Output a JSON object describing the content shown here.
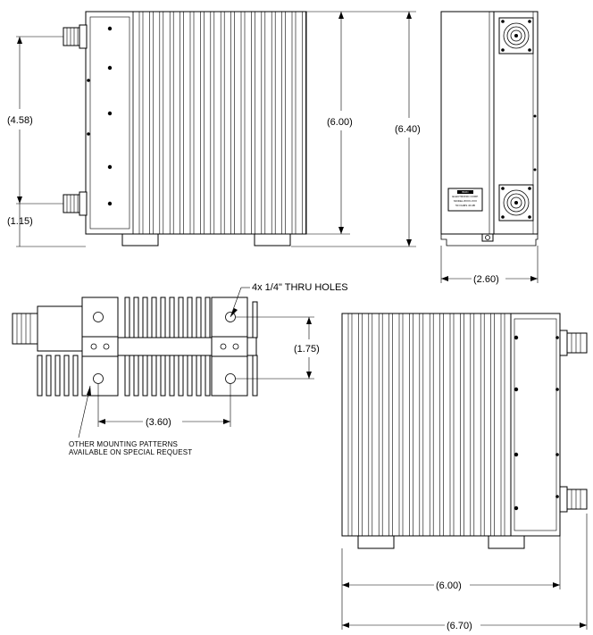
{
  "dimensions": {
    "front_connector_spacing": "(4.58)",
    "front_bottom_offset": "(1.15)",
    "front_body_height": "(6.00)",
    "front_overall_height": "(6.40)",
    "side_width": "(2.60)",
    "mount_hole_spacing_vertical": "(1.75)",
    "mount_hole_spacing_horizontal": "(3.60)",
    "bottom_body_width": "(6.00)",
    "bottom_overall_width": "(6.70)"
  },
  "notes": {
    "thru_holes": "4x 1/4\" THRU HOLES",
    "mounting_line1": "OTHER MOUNTING PATTERNS",
    "mounting_line2": "AVAILABLE ON SPECIAL REQUEST"
  },
  "nameplate": {
    "brand": "BIRD",
    "line1": "ELECTRONIC CORP.",
    "line2": "MODEL 8XXX-XXX",
    "line3": "50 OHMS 40 dB"
  }
}
